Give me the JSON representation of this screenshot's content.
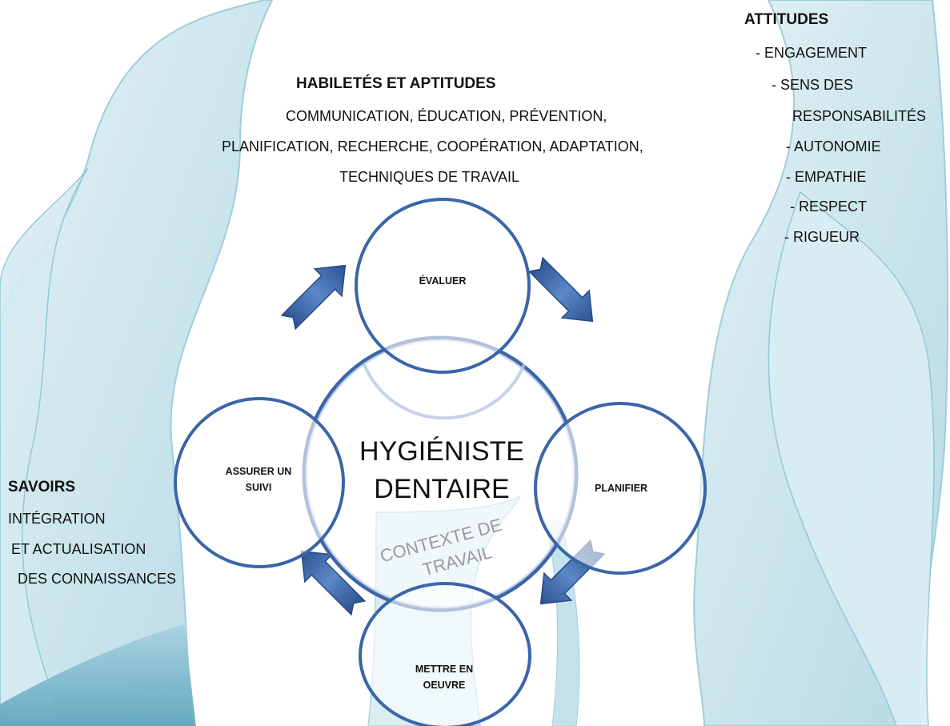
{
  "habiletes": {
    "title": "HABILETÉS ET APTITUDES",
    "lines": [
      "COMMUNICATION, ÉDUCATION, PRÉVENTION,",
      "PLANIFICATION, RECHERCHE, COOPÉRATION, ADAPTATION,",
      "TECHNIQUES DE TRAVAIL"
    ]
  },
  "attitudes": {
    "title": "ATTITUDES",
    "items": [
      "- ENGAGEMENT",
      "- SENS DES",
      "RESPONSABILITÉS",
      "- AUTONOMIE",
      "- EMPATHIE",
      "- RESPECT",
      "- RIGUEUR"
    ]
  },
  "savoirs": {
    "title": "SAVOIRS",
    "lines": [
      "INTÉGRATION",
      "ET ACTUALISATION",
      "DES CONNAISSANCES"
    ]
  },
  "center": {
    "line1": "HYGIÉNISTE",
    "line2": "DENTAIRE",
    "context1": "CONTEXTE DE",
    "context2": "TRAVAIL"
  },
  "nodes": {
    "evaluer": "ÉVALUER",
    "planifier": "PLANIFIER",
    "mettre_line1": "METTRE EN",
    "mettre_line2": "OEUVRE",
    "assurer_line1": "ASSURER UN",
    "assurer_line2": "SUIVI"
  },
  "colors": {
    "circle_stroke": "#3a65a8",
    "arrow": "#3e6cb2",
    "ribbon": "#c6e4ee",
    "ribbon_edge": "#8ec5d6",
    "ribbon_dark": "#6fb0c6"
  }
}
